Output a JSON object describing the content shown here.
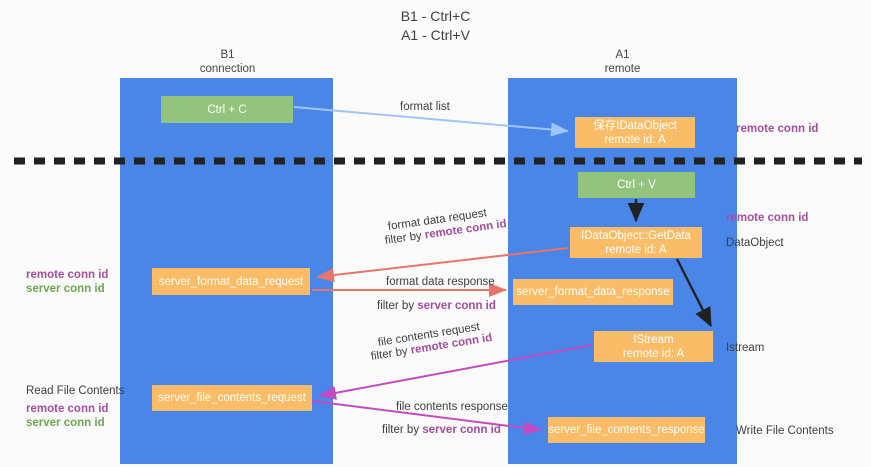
{
  "title": {
    "line1": "B1 - Ctrl+C",
    "line2": "A1 - Ctrl+V"
  },
  "lanes": [
    {
      "name": "b1",
      "title": "B1",
      "subtitle": "connection",
      "color": "#4a86e8"
    },
    {
      "name": "a1",
      "title": "A1",
      "subtitle": "remote",
      "color": "#4a86e8"
    }
  ],
  "nodes": {
    "ctrl_c": {
      "label": "Ctrl + C",
      "color": "#93c47d"
    },
    "idataobject": {
      "line1": "保存IDataObject",
      "line2": "remote id: A",
      "color": "#fbbc67"
    },
    "ctrl_v": {
      "label": "Ctrl + V",
      "color": "#93c47d"
    },
    "getdata": {
      "line1": "IDataObject::GetData",
      "line2": "remote id: A",
      "color": "#fbbc67"
    },
    "server_format_data_request": {
      "label": "server_format_data_request",
      "color": "#fbbc67"
    },
    "server_format_data_response": {
      "label": "server_format_data_response",
      "color": "#fbbc67"
    },
    "istream": {
      "line1": "IStream",
      "line2": "remote id: A",
      "color": "#fbbc67"
    },
    "server_file_contents_request": {
      "label": "server_file_contents_request",
      "color": "#fbbc67"
    },
    "server_file_contents_response": {
      "label": "server_file_contents_response",
      "color": "#fbbc67"
    }
  },
  "edge_labels": {
    "format_list": "format list",
    "format_data_request": "format data request",
    "format_data_request_filter_prefix": "filter by ",
    "format_data_request_filter_key": "remote conn id",
    "format_data_response": "format data response",
    "format_data_response_filter_prefix": "filter by ",
    "format_data_response_filter_key": "server conn id",
    "file_contents_request": "file contents request",
    "file_contents_request_filter_prefix": "filter by ",
    "file_contents_request_filter_key": "remote conn id",
    "file_contents_response": "file contents response",
    "file_contents_response_filter_prefix": "filter by ",
    "file_contents_response_filter_key": "server conn id"
  },
  "side_labels": {
    "remote_conn_id_top": "remote conn id",
    "remote_conn_id_mid": "remote conn id",
    "dataobject": "DataObject",
    "istream": "Istream",
    "write_file_contents": "Write File Contents",
    "read_file_contents": "Read File Contents",
    "left_remote_conn_id_1": "remote conn id",
    "left_server_conn_id_1": "server conn id",
    "left_remote_conn_id_2": "remote conn id",
    "left_server_conn_id_2": "server conn id"
  },
  "colors": {
    "lane": "#4a86e8",
    "green_node": "#93c47d",
    "orange_node": "#fbbc67",
    "purple_text": "#a64d9e",
    "green_text": "#6aa84f",
    "arrow_blue": "#9fc5f8",
    "arrow_red": "#e8756a",
    "arrow_magenta": "#c24bc2",
    "arrow_black": "#202124",
    "divider": "#202124"
  }
}
